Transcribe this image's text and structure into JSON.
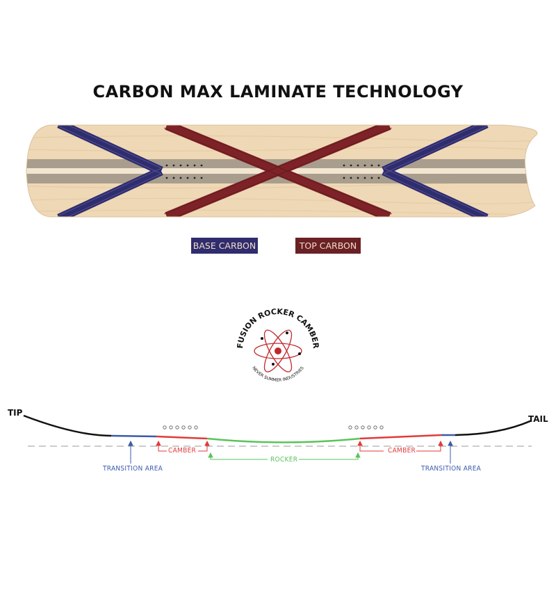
{
  "title": "CARBON MAX LAMINATE TECHNOLOGY",
  "legend": {
    "base_carbon": "BASE CARBON",
    "top_carbon": "TOP CARBON"
  },
  "logo": {
    "arc_text": "FUSION ROCKER CAMBER",
    "sub_text": "NEVER SUMMER INDUSTRIES"
  },
  "profile": {
    "tip": "TIP",
    "tail": "TAIL",
    "transition_left": "TRANSITION AREA",
    "transition_right": "TRANSITION AREA",
    "camber_left": "CAMBER",
    "camber_right": "CAMBER",
    "rocker": "ROCKER"
  },
  "colors": {
    "wood": "#efd8b6",
    "stringer": "#a99e8e",
    "base_carbon": "#2f2d6e",
    "top_carbon": "#7d2328",
    "legend_text": "#f3dcc7",
    "transition": "#3b5ba9",
    "camber": "#e23a3a",
    "rocker": "#5bc35b",
    "profile_line": "#111111",
    "baseline": "#9a9a9a"
  }
}
